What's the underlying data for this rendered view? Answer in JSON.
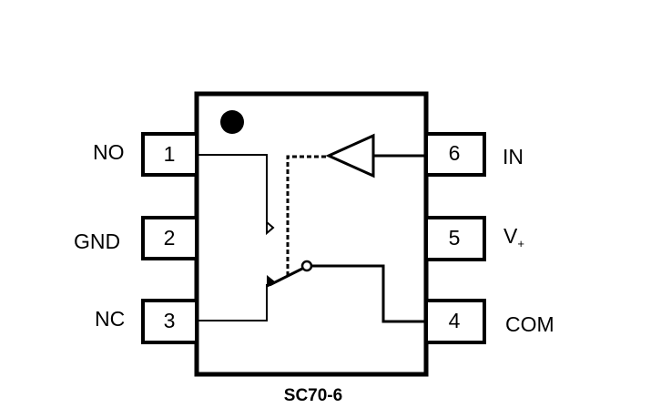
{
  "diagram": {
    "package_name": "SC70-6",
    "pin1_marker": "pin-1-dot",
    "pins": [
      {
        "number": "1",
        "name": "NO",
        "side": "left"
      },
      {
        "number": "2",
        "name": "GND",
        "side": "left"
      },
      {
        "number": "3",
        "name": "NC",
        "side": "left"
      },
      {
        "number": "4",
        "name": "COM",
        "side": "right"
      },
      {
        "number": "5",
        "name": "V",
        "name_subscript": "+",
        "side": "right"
      },
      {
        "number": "6",
        "name": "IN",
        "side": "right"
      }
    ],
    "internal": {
      "buffer": "input-buffer-triangle",
      "control_link": "dashed",
      "switch": "spdt-switch"
    }
  }
}
